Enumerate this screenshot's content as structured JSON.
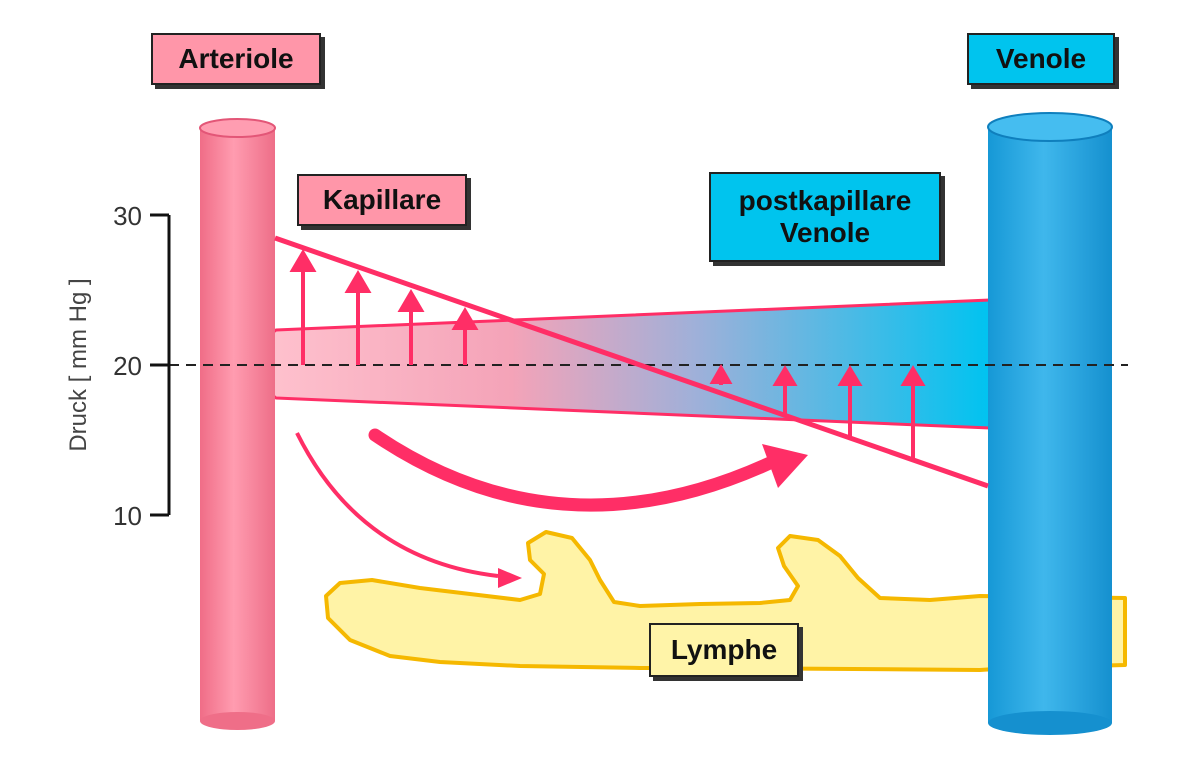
{
  "labels": {
    "arteriole": "Arteriole",
    "kapillare": "Kapillare",
    "venole": "Venole",
    "postkapillaere_line1": "postkapillare",
    "postkapillaere_line2": "Venole",
    "lymphe": "Lymphe"
  },
  "axis": {
    "title": "Druck [ mm Hg ]",
    "ticks": [
      "30",
      "20",
      "10"
    ]
  },
  "colors": {
    "arterial": "#f47f95",
    "arterial_light": "#f9a6b6",
    "venous": "#21a7e0",
    "venous_light": "#5cc8f2",
    "capillary_end": "#00bfee",
    "pressure_line": "#ff2e66",
    "lymph_fill": "#fff3a6",
    "lymph_stroke": "#f5b800",
    "label_red_bg": "#ff96a9",
    "label_blue_bg": "#00c4ee",
    "label_yellow_bg": "#fff4a8"
  }
}
